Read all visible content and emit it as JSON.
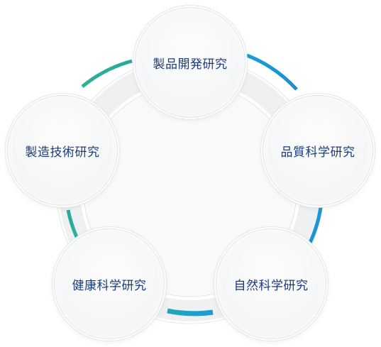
{
  "diagram": {
    "nodes": [
      {
        "id": "product",
        "label": "製品開発研究"
      },
      {
        "id": "quality",
        "label": "品質科学研究"
      },
      {
        "id": "natural",
        "label": "自然科学研究"
      },
      {
        "id": "health",
        "label": "健康科学研究"
      },
      {
        "id": "manufact",
        "label": "製造技術研究"
      }
    ],
    "colors": {
      "ring_blue": "#1b9ad6",
      "ring_teal": "#2aa89a",
      "ring_gray": "#eceeef",
      "label_text": "#1a3b7a"
    }
  }
}
